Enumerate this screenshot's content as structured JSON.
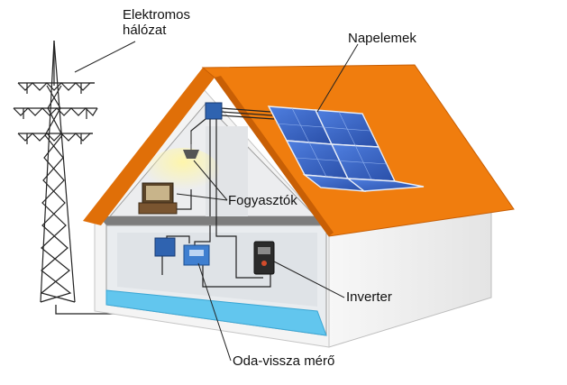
{
  "labels": {
    "grid_line1": "Elektromos",
    "grid_line2": "hálózat",
    "solar_panels": "Napelemek",
    "consumers": "Fogyasztók",
    "inverter": "Inverter",
    "meter": "Oda-vissza mérő"
  },
  "icons": {
    "pylon": "power-pylon-icon",
    "panels": "solar-panel-icon",
    "inverter": "inverter-icon",
    "meter": "meter-icon",
    "lamp": "lamp-icon",
    "tv": "tv-icon"
  },
  "colors": {
    "roof": "#f07d0e",
    "wall": "#f2f2f2",
    "interior": "#e8ebee",
    "floor": "#8c8c8c",
    "water": "#62c6ee",
    "panel": "#3a63c8",
    "meter": "#3f7fd0",
    "box": "#2f63b0",
    "inverter": "#2b2b2b"
  }
}
